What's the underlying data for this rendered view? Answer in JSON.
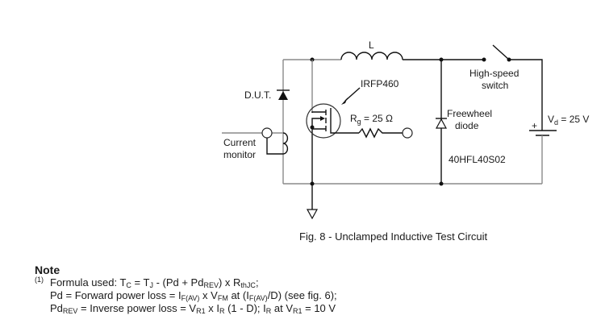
{
  "diagram": {
    "labels": {
      "inductor": "L",
      "dut": "D.U.T.",
      "mosfet": "IRFP460",
      "rg_main": "R",
      "rg_sub": "g",
      "rg_value": " = 25 Ω",
      "current_monitor_1": "Current",
      "current_monitor_2": "monitor",
      "freewheel_1": "Freewheel",
      "freewheel_2": "diode",
      "freewheel_part": "40HFL40S02",
      "switch_1": "High-speed",
      "switch_2": "switch",
      "vd_main": "V",
      "vd_sub": "d",
      "vd_value": " = 25 V",
      "battery_plus": "+"
    },
    "caption": "Fig. 8 - Unclamped Inductive Test Circuit"
  },
  "note": {
    "title": "Note",
    "footnote_mark": "(1)",
    "line1": {
      "a": "Formula used: T",
      "a_sub": "C",
      "b": " = T",
      "b_sub": "J",
      "c": " - (Pd + Pd",
      "c_sub": "REV",
      "d": ") x R",
      "d_sub": "thJC",
      "e": ";"
    },
    "line2": {
      "a": "Pd = Forward power loss = I",
      "a_sub": "F(AV)",
      "b": " x V",
      "b_sub": "FM",
      "c": " at (I",
      "c_sub": "F(AV)",
      "d": "/D) (see fig. 6);"
    },
    "line3": {
      "a": "Pd",
      "a_sub": "REV",
      "b": " = Inverse power loss = V",
      "b_sub": "R1",
      "c": " x I",
      "c_sub": "R",
      "d": " (1 - D); I",
      "d_sub": "R",
      "e": " at V",
      "e_sub": "R1",
      "f": " = 10 V"
    }
  }
}
